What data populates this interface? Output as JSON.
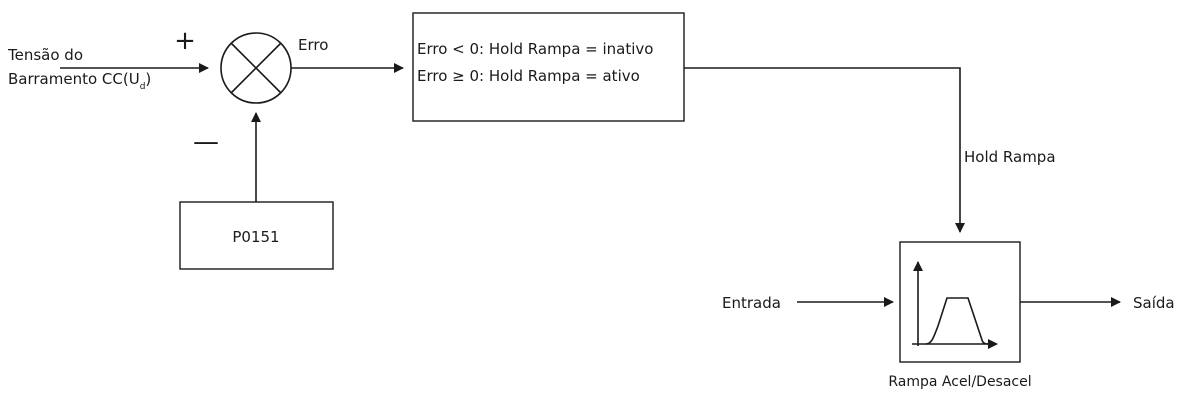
{
  "inputs": {
    "dc_bus_label_line1": "Tensão do",
    "dc_bus_label_line2": "Barramento CC(U",
    "dc_bus_subscript": "d",
    "dc_bus_close": ")"
  },
  "summing_junction": {
    "plus_sign": "+",
    "minus_sign": "—"
  },
  "error_label": "Erro",
  "logic_block": {
    "line1": "Erro < 0: Hold Rampa = inativo",
    "line2": "Erro ≥ 0: Hold Rampa = ativo"
  },
  "parameter_block": {
    "label": "P0151"
  },
  "hold_label": "Hold Rampa",
  "ramp_block": {
    "input_label": "Entrada",
    "output_label": "Saída",
    "caption": "Rampa Acel/Desacel"
  }
}
